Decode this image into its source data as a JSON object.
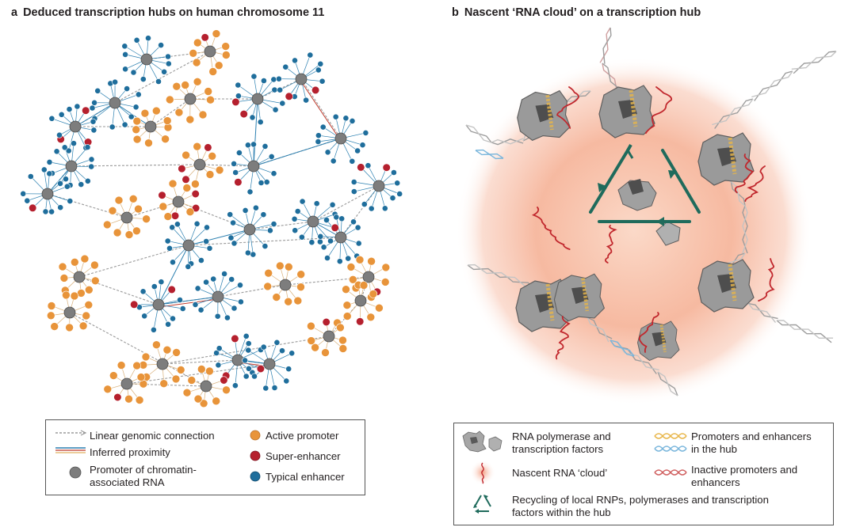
{
  "panel_a": {
    "letter": "a",
    "title": "Deduced transcription hubs on human chromosome 11",
    "legend": {
      "linear_connection": "Linear genomic connection",
      "inferred_proximity": "Inferred proximity",
      "promoter_line1": "Promoter of chromatin-",
      "promoter_line2": "associated RNA",
      "active_promoter": "Active promoter",
      "super_enhancer": "Super-enhancer",
      "typical_enhancer": "Typical enhancer"
    }
  },
  "panel_b": {
    "letter": "b",
    "title": "Nascent ‘RNA cloud’ on a transcription hub",
    "legend": {
      "polymerase_line1": "RNA polymerase and",
      "polymerase_line2": "transcription factors",
      "nascent_rna": "Nascent RNA ‘cloud’",
      "recycling_line1": "Recycling of local RNPs, polymerases and transcription",
      "recycling_line2": "factors within the hub",
      "hub_line1": "Promoters and enhancers",
      "hub_line2": "in the hub",
      "inactive_line1": "Inactive promoters and",
      "inactive_line2": "enhancers"
    }
  },
  "colors": {
    "active_promoter": "#e8943a",
    "super_enhancer": "#b5202e",
    "typical_enhancer": "#1f6e9c",
    "car_promoter": "#7d7d7d",
    "linear_connection": "#9a9a9a",
    "proximity_blue": "#2a7fb0",
    "proximity_red": "#c0392b",
    "cloud": "#f4a58a",
    "rna": "#c1272d",
    "recycling_arrow": "#1f6b5c",
    "polymerase": "#9a9a9a"
  }
}
